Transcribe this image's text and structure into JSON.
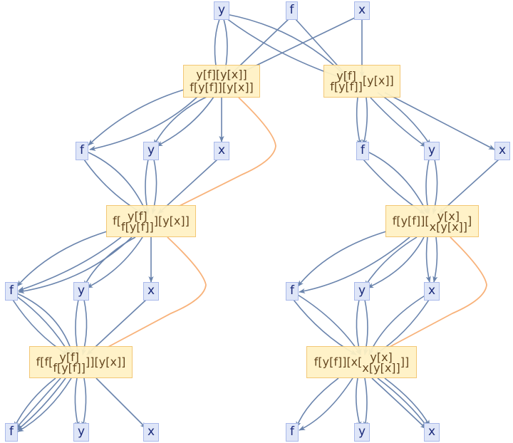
{
  "colors": {
    "edge": "#6a84ad",
    "special_edge": "#f8b27a",
    "atom_fill": "#dfe6f8",
    "atom_border": "#a9b9ea",
    "expr_fill": "#fff2c4",
    "expr_border": "#f2c36b"
  },
  "nodes": {
    "top_y": "y",
    "top_f": "f",
    "top_x": "x",
    "e1": {
      "line1": "y[f][y[x]]",
      "line2": "f[y[f]][y[x]]"
    },
    "e2": {
      "top": "y[f]",
      "bottom": "f[y[f]]",
      "suffix": "[y[x]]"
    },
    "l2_f": "f",
    "l2_y": "y",
    "l2_x": "x",
    "r2_f": "f",
    "r2_y": "y",
    "r2_x": "x",
    "e3": {
      "prefix": "f[",
      "top": "y[f]",
      "bottom": "f[y[f]]",
      "suffix": "][y[x]]"
    },
    "e4": {
      "prefix": "f[y[f]][",
      "top": "y[x]",
      "bottom": "x[y[x]]",
      "suffix": "]"
    },
    "l3_f": "f",
    "l3_y": "y",
    "l3_x": "x",
    "r3_f": "f",
    "r3_y": "y",
    "r3_x": "x",
    "e5": {
      "prefix": "f[f[",
      "top": "y[f]",
      "bottom": "f[y[f]]",
      "suffix": "]][y[x]]"
    },
    "e6": {
      "prefix": "f[y[f]][x[",
      "top": "y[x]",
      "bottom": "x[y[x]]",
      "suffix": "]]"
    },
    "l4_f": "f",
    "l4_y": "y",
    "l4_x": "x",
    "r4_f": "f",
    "r4_y": "y",
    "r4_x": "x"
  }
}
